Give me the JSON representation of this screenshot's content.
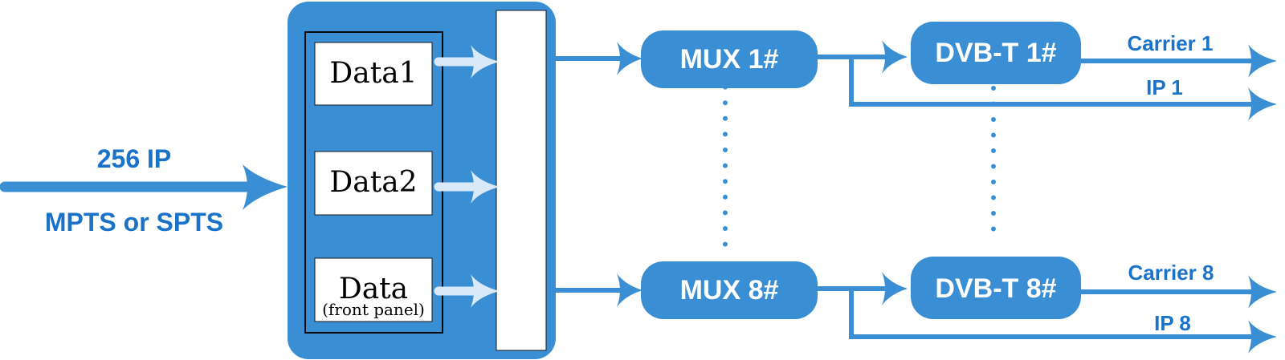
{
  "input": {
    "label_top": "256 IP",
    "label_bottom": "MPTS or SPTS"
  },
  "data_sources": [
    {
      "label": "Data1",
      "sub": ""
    },
    {
      "label": "Data2",
      "sub": ""
    },
    {
      "label": "Data",
      "sub": "(front panel)"
    }
  ],
  "mux": [
    {
      "label": "MUX 1#"
    },
    {
      "label": "MUX 8#"
    }
  ],
  "dvbt": [
    {
      "label": "DVB-T 1#"
    },
    {
      "label": "DVB-T 8#"
    }
  ],
  "outputs": [
    {
      "carrier": "Carrier 1",
      "ip": "IP 1"
    },
    {
      "carrier": "Carrier 8",
      "ip": "IP 8"
    }
  ],
  "colors": {
    "primary": "#3a8fd4",
    "label": "#1a73c8",
    "light_arrow": "#d9e9f7"
  }
}
